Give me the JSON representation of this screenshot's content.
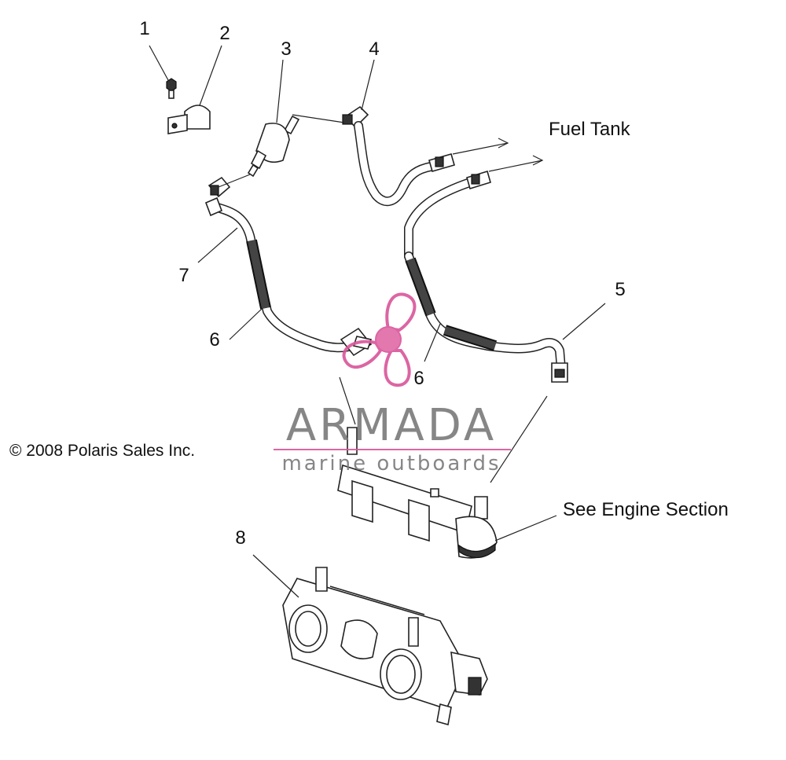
{
  "callouts": [
    {
      "id": "1",
      "label": "1"
    },
    {
      "id": "2",
      "label": "2"
    },
    {
      "id": "3",
      "label": "3"
    },
    {
      "id": "4",
      "label": "4"
    },
    {
      "id": "5",
      "label": "5"
    },
    {
      "id": "6a",
      "label": "6"
    },
    {
      "id": "6b",
      "label": "6"
    },
    {
      "id": "7",
      "label": "7"
    },
    {
      "id": "8",
      "label": "8"
    }
  ],
  "annotations": {
    "fuel_tank": "Fuel Tank",
    "see_engine": "See Engine Section",
    "copyright": "© 2008 Polaris Sales Inc."
  },
  "watermark": {
    "brand": "ARMADA",
    "tagline": "marine outboards",
    "brand_color": "#7a7a7a",
    "accent_color": "#d9559a"
  },
  "colors": {
    "ink": "#111111",
    "background": "#ffffff"
  }
}
